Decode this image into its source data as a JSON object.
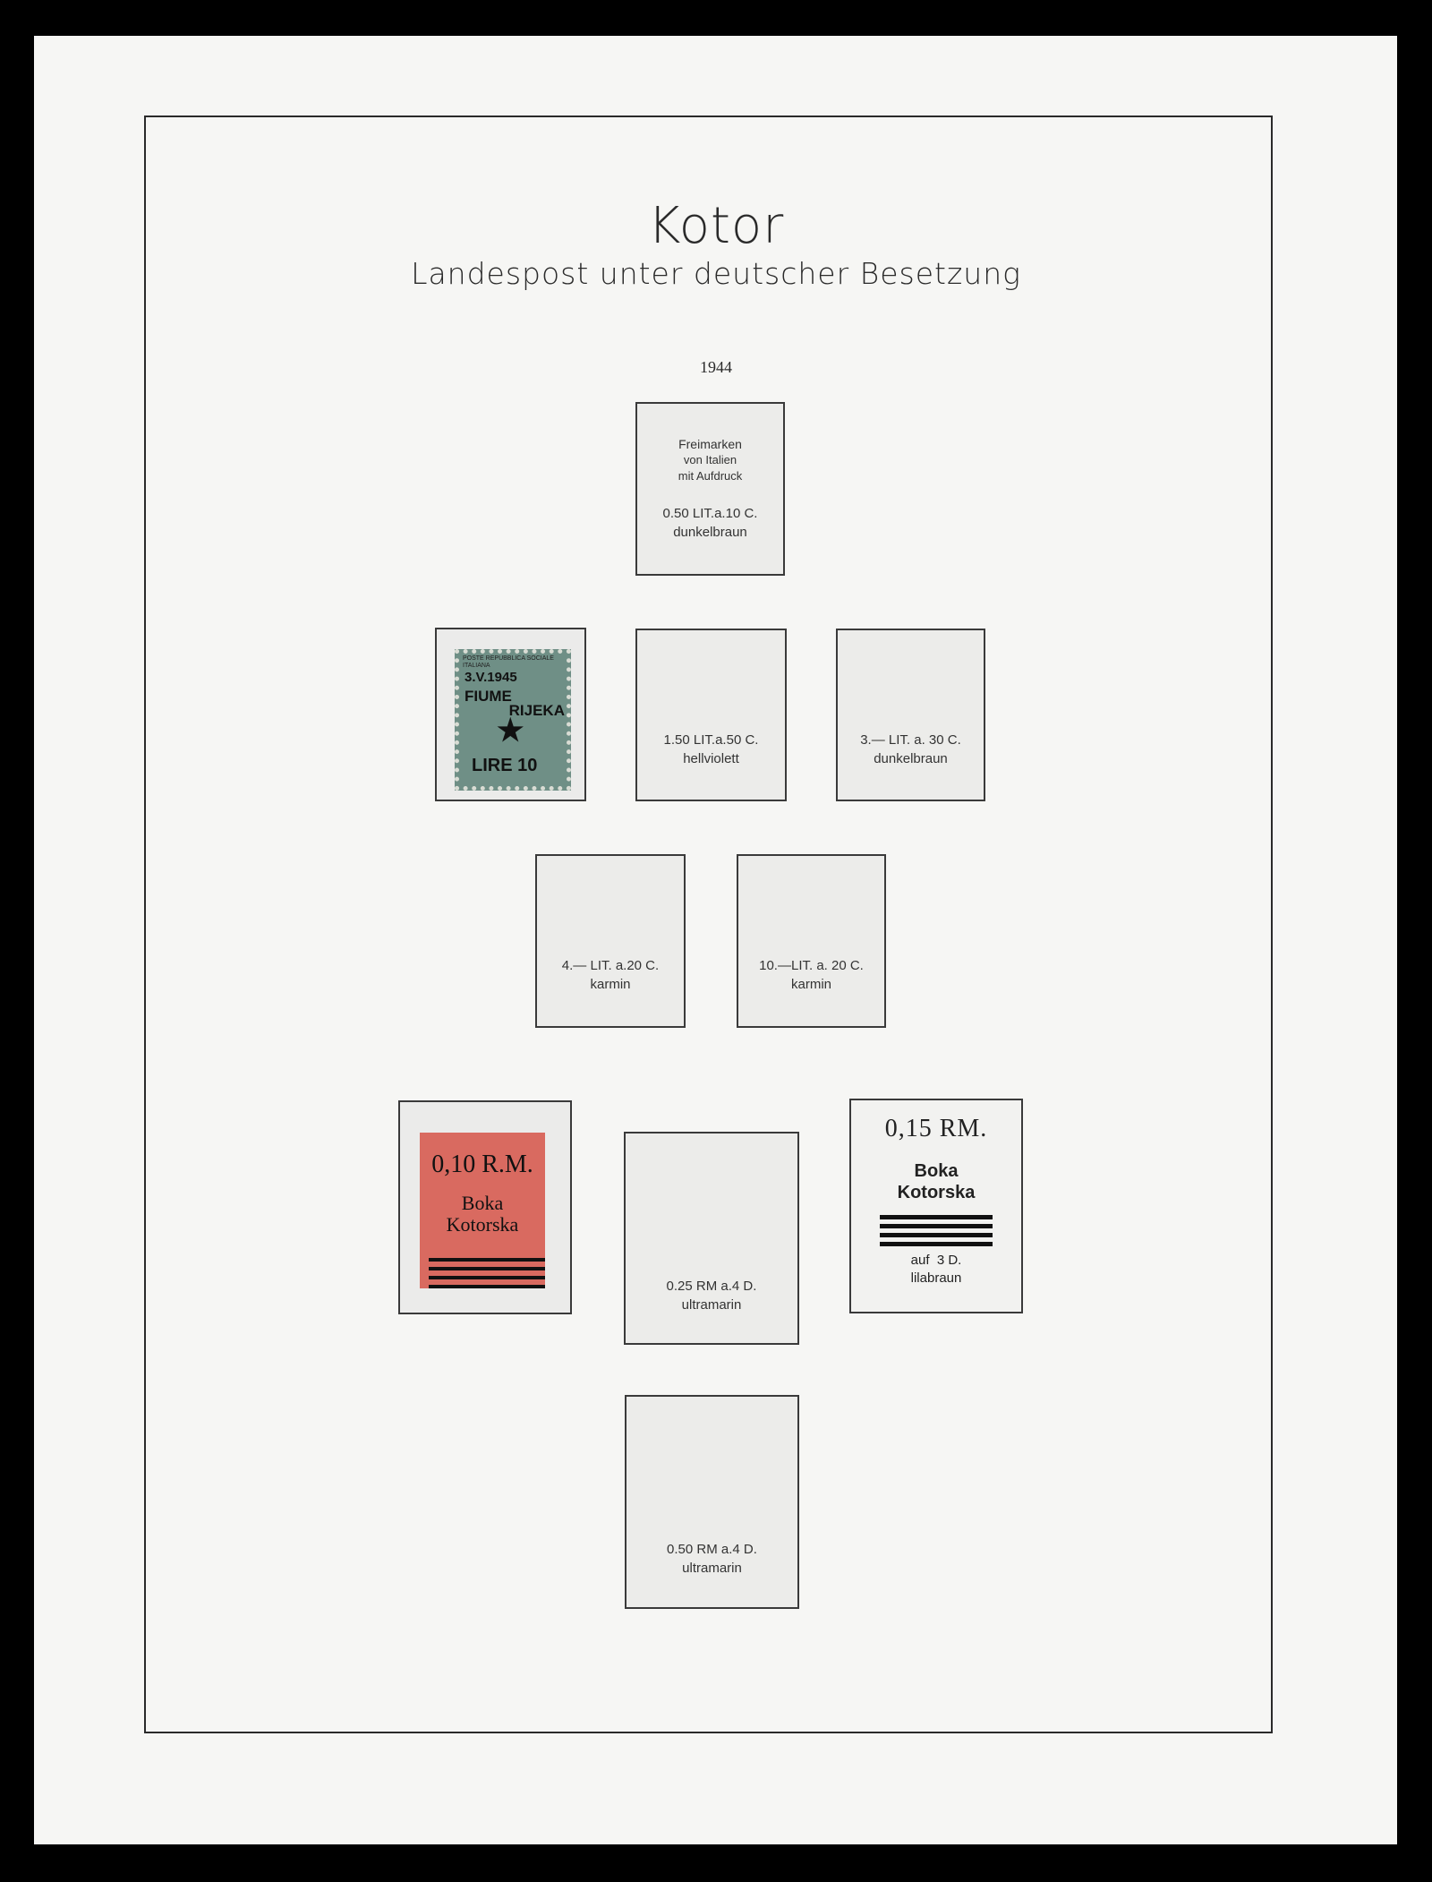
{
  "header": {
    "title": "Kotor",
    "subtitle": "Landespost unter deutscher Besetzung",
    "year": "1944"
  },
  "intro_box": {
    "lines": [
      "Freimarken",
      "von Italien",
      "mit Aufdruck"
    ],
    "value": "0.50 LIT.a.10 C.",
    "color": "dunkelbraun"
  },
  "stamp_green": {
    "overprint": [
      "3.V.1945",
      "FIUME",
      "RIJEKA",
      "LIRE 10"
    ],
    "header": "POSTE REPUBBLICA SOCIALE ITALIANA"
  },
  "boxes": [
    {
      "value": "1.50 LIT.a.50 C.",
      "color": "hellviolett"
    },
    {
      "value": "3.— LIT. a. 30 C.",
      "color": "dunkelbraun"
    },
    {
      "value": "4.— LIT. a.20 C.",
      "color": "karmin"
    },
    {
      "value": "10.—LIT. a. 20 C.",
      "color": "karmin"
    },
    {
      "value": "0.25 RM a.4 D.",
      "color": "ultramarin"
    },
    {
      "value": "0.50 RM a.4 D.",
      "color": "ultramarin"
    }
  ],
  "stamp_red": {
    "overprint": [
      "0,10 R.M.",
      "Boka",
      "Kotorska"
    ]
  },
  "printed_box": {
    "value": "0,15 RM.",
    "line1": "Boka",
    "line2": "Kotorska",
    "base": "auf  3 D.",
    "color": "lilabraun"
  }
}
